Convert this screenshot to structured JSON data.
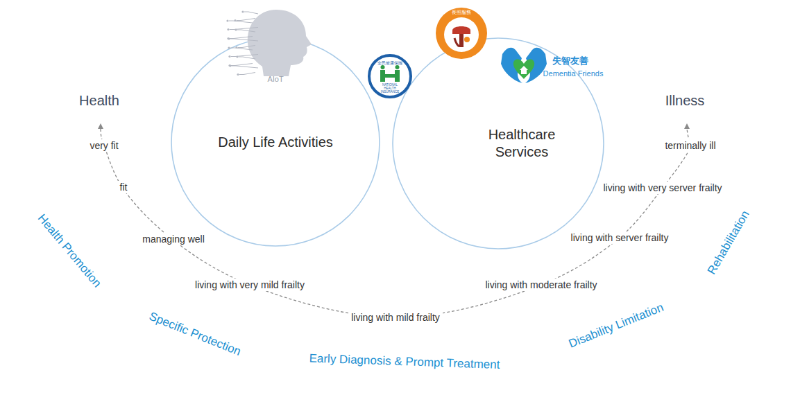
{
  "diagram": {
    "nodes": [
      {
        "text": [
          "Daily Life Activities"
        ]
      },
      {
        "text": [
          "Healthcare Services"
        ]
      }
    ],
    "labels": [
      "AIoT",
      "全民健康保險",
      "NATIONAL HEALTH INSURANCE",
      "長照服務",
      "失智友善",
      "Dementia Friends",
      "Health",
      "Illness",
      "very fit",
      "terminally ill",
      "fit",
      "living with very server frailty",
      "managing well",
      "living with server frailty",
      "Health Promotion",
      "Rehabilitation",
      "living with very mild frailty",
      "living with moderate frailty",
      "Disability Limitation",
      "Specific Protection",
      "living with mild frailty",
      "Early Diagnosis & Prompt Treatment"
    ]
  }
}
